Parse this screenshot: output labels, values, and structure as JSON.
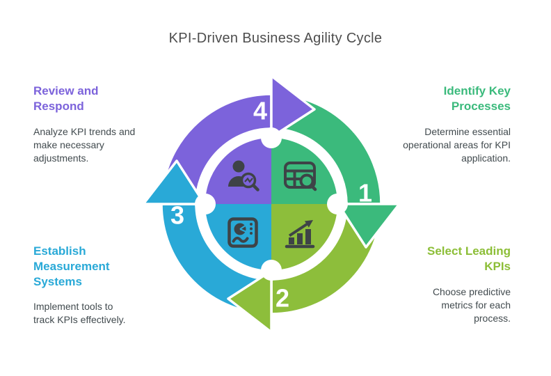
{
  "title": "KPI-Driven Business Agility Cycle",
  "colors": {
    "purple": "#7C63DB",
    "green": "#3BBA7C",
    "lime": "#8DBE3B",
    "blue": "#29A9D7",
    "icon_dark": "#3E4347",
    "body_text": "#414A4E",
    "title_text": "#4D4D4D",
    "number_text": "#FFFFFF"
  },
  "cycle_direction": "clockwise",
  "steps": [
    {
      "number": "1",
      "heading": "Identify Key Processes",
      "body": "Determine essential operational areas for KPI application.",
      "color": "#3BBA7C",
      "icon": "table-search-icon",
      "position": "top-right"
    },
    {
      "number": "2",
      "heading": "Select Leading KPIs",
      "body": "Choose predictive metrics for each process.",
      "color": "#8DBE3B",
      "icon": "bar-chart-growth-icon",
      "position": "bottom-right"
    },
    {
      "number": "3",
      "heading": "Establish Measurement Systems",
      "body": "Implement tools to track KPIs effectively.",
      "color": "#29A9D7",
      "icon": "dashboard-pie-icon",
      "position": "bottom-left"
    },
    {
      "number": "4",
      "heading": "Review and Respond",
      "body": "Analyze KPI trends and make necessary adjustments.",
      "color": "#7C63DB",
      "icon": "person-analytics-icon",
      "position": "top-left"
    }
  ]
}
